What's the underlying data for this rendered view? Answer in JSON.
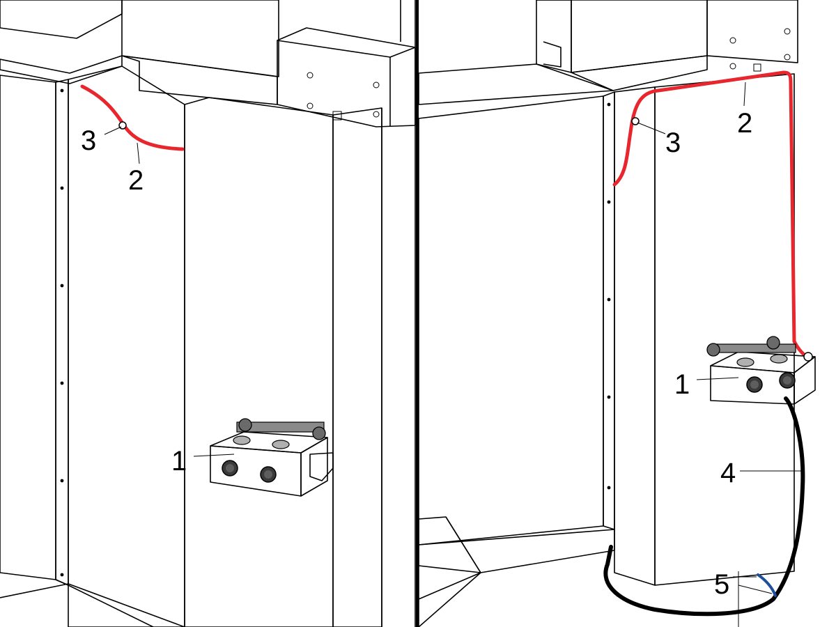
{
  "panels": [
    {
      "id": "left",
      "callouts": [
        {
          "label": "1"
        },
        {
          "label": "2"
        },
        {
          "label": "3"
        }
      ]
    },
    {
      "id": "right",
      "callouts": [
        {
          "label": "1"
        },
        {
          "label": "2"
        },
        {
          "label": "3"
        },
        {
          "label": "4"
        },
        {
          "label": "5"
        }
      ]
    }
  ],
  "colors": {
    "cable_red": "#e8262d",
    "cable_black": "#000000",
    "cable_blue": "#1f4e9a",
    "module_grey": "#7d7d7d",
    "panel_fill": "#f2f2f2",
    "line": "#000000"
  }
}
